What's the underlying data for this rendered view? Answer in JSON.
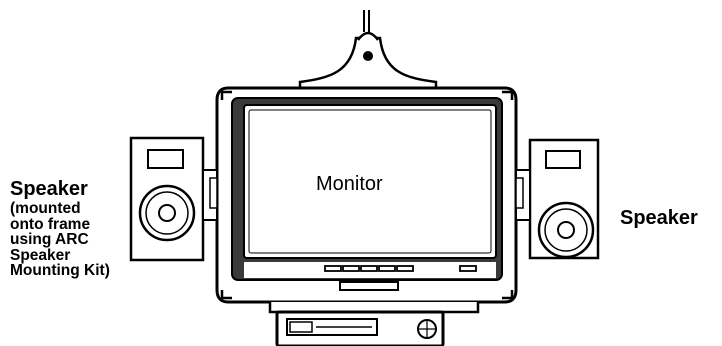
{
  "diagram": {
    "labels": {
      "left_speaker_title": "Speaker",
      "left_speaker_note_lines": [
        "(mounted",
        "onto frame",
        "using ARC",
        "Speaker",
        "Mounting Kit)"
      ],
      "monitor": "Monitor",
      "right_speaker_title": "Speaker"
    },
    "colors": {
      "line": "#000000",
      "monitor_body": "#ffffff",
      "screen_bezel": "#3a3a3a",
      "screen_face": "#ffffff",
      "speaker_body": "#ffffff"
    }
  }
}
